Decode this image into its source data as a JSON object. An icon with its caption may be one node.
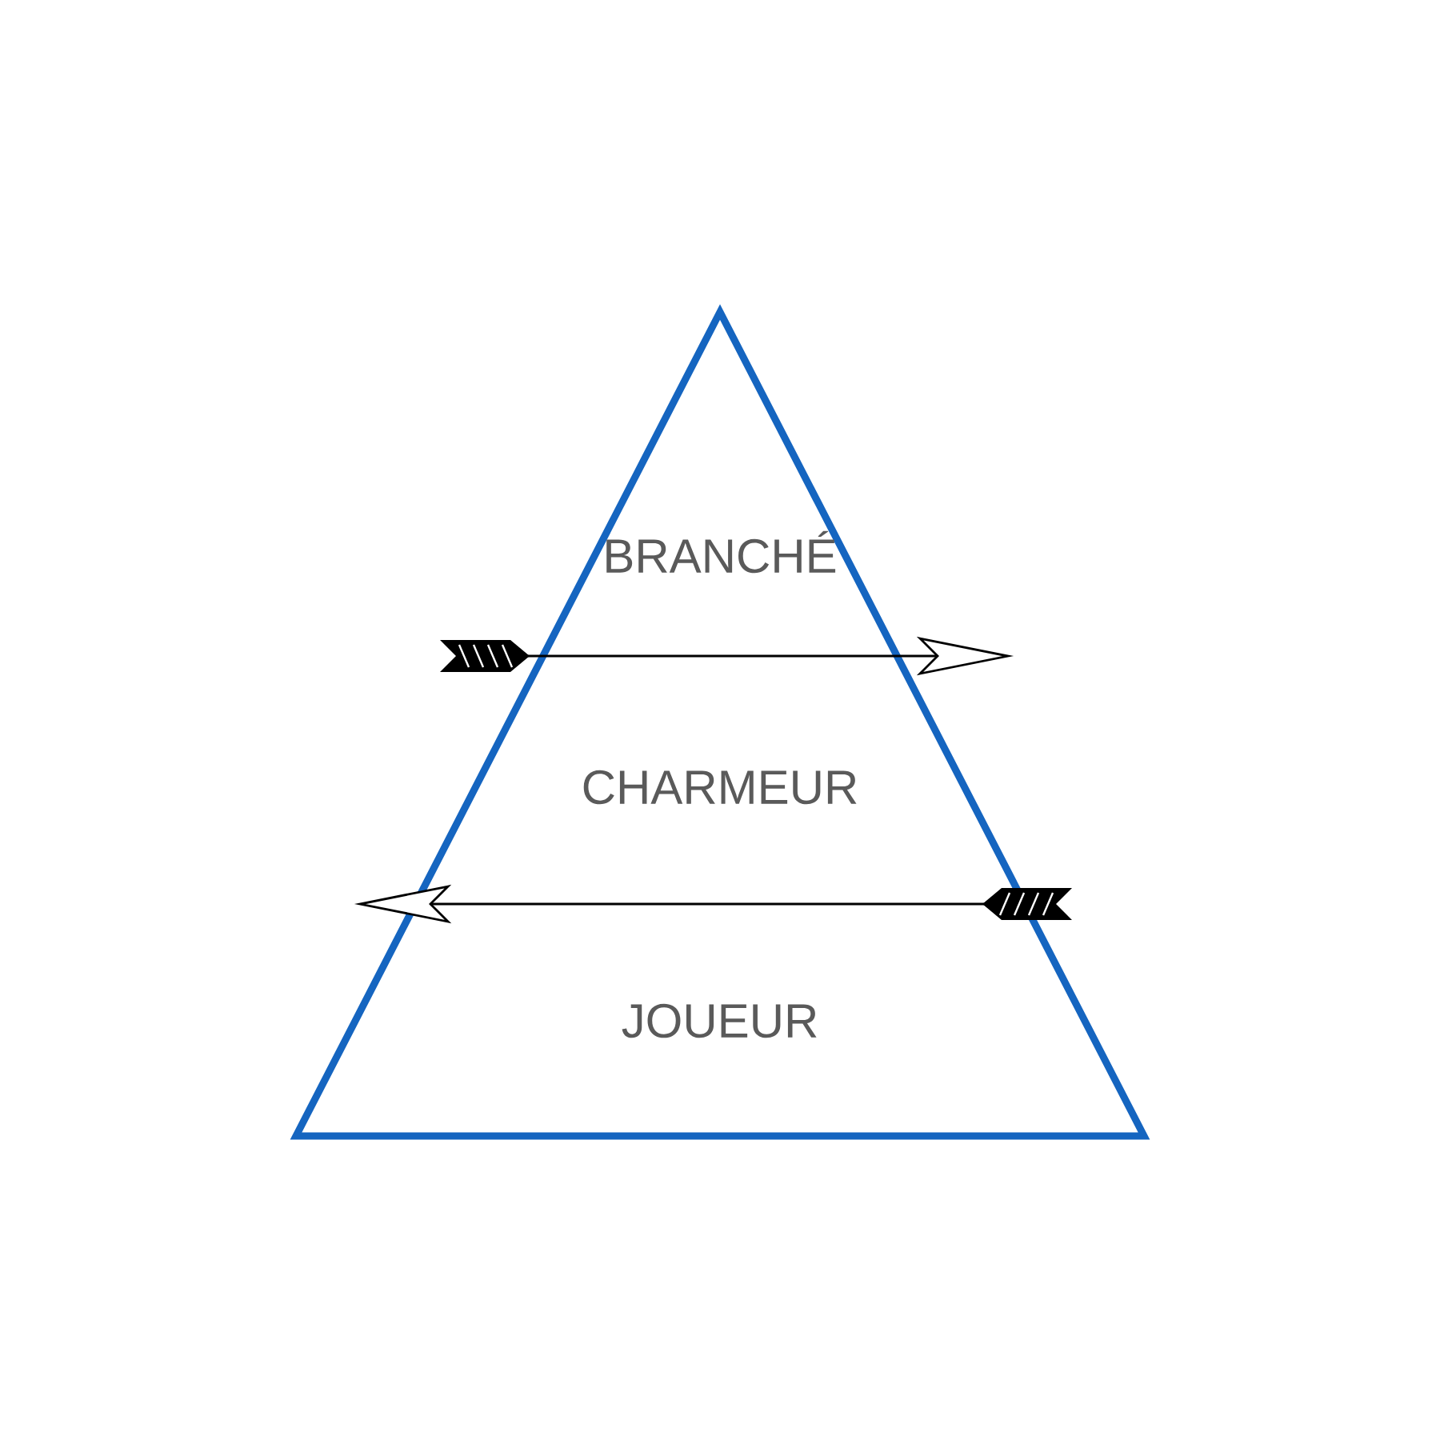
{
  "diagram": {
    "nodes": [
      {
        "text": [
          "BRANCHÉ",
          "CHARMEUR",
          "JOUEUR"
        ]
      }
    ]
  }
}
